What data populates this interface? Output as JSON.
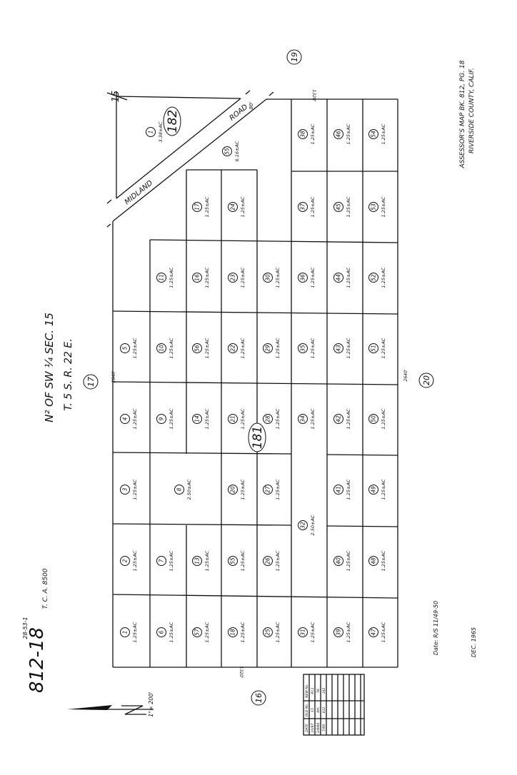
{
  "map": {
    "book_page": "812-18",
    "code_ref": "28-53-1",
    "tca": "T. C. A.  8500",
    "title_line1": "N² OF SW ¼  SEC. 15",
    "title_line2": "T. 5 S.  R. 22 E.",
    "scale": "1\"= 200'",
    "footer_line1": "ASSESSOR'S  MAP  BK. 812,  PG. 18",
    "footer_line2": "RIVERSIDE  COUNTY,  CALIF.",
    "date_ref": "Date:  R/S  11/49-50",
    "date": "DEC. 1965",
    "road_name_1": "MIDLAND",
    "road_name_2": "ROAD",
    "road_width": "80'",
    "section_15": "15",
    "dim_2640_left": "2640'",
    "dim_2640_right": "2640'",
    "dim_1320_top": "1320'",
    "dim_1320_bottom": "1320'",
    "adjacent_sections": [
      "19",
      "17",
      "20",
      "16"
    ],
    "block_182": "182",
    "block_181": "181",
    "special_parcels": [
      {
        "id": "1",
        "area": "3.38±AC"
      },
      {
        "id": "55",
        "area": "6.16±AC"
      }
    ],
    "parcels": [
      {
        "id": "1",
        "area": "1.25±AC"
      },
      {
        "id": "6",
        "area": "1.25±AC"
      },
      {
        "id": "57",
        "area": "1.25±AC"
      },
      {
        "id": "18",
        "area": "1.25±AC"
      },
      {
        "id": "25",
        "area": "1.25±AC"
      },
      {
        "id": "31",
        "area": "1.25±AC"
      },
      {
        "id": "39",
        "area": "1.25±AC"
      },
      {
        "id": "47",
        "area": "1.25±AC"
      },
      {
        "id": "2",
        "area": "1.25±AC"
      },
      {
        "id": "7",
        "area": "1.25±AC"
      },
      {
        "id": "13",
        "area": "1.25±AC"
      },
      {
        "id": "55",
        "area": "1.25±AC"
      },
      {
        "id": "26",
        "area": "1.25±AC"
      },
      {
        "id": "40",
        "area": "1.25±AC"
      },
      {
        "id": "48",
        "area": "1.25±AC"
      },
      {
        "id": "3",
        "area": "1.25±AC"
      },
      {
        "id": "8",
        "area": "2.50±AC"
      },
      {
        "id": "20",
        "area": "1.25±AC"
      },
      {
        "id": "27",
        "area": "1.25±AC"
      },
      {
        "id": "32",
        "area": "2.50±AC"
      },
      {
        "id": "41",
        "area": "1.25±AC"
      },
      {
        "id": "49",
        "area": "1.25±AC"
      },
      {
        "id": "4",
        "area": "1.25±AC"
      },
      {
        "id": "9",
        "area": "1.25±AC"
      },
      {
        "id": "14",
        "area": "1.25±AC"
      },
      {
        "id": "21",
        "area": "1.25±AC"
      },
      {
        "id": "28",
        "area": "1.25±AC"
      },
      {
        "id": "34",
        "area": "1.25±AC"
      },
      {
        "id": "42",
        "area": "1.25±AC"
      },
      {
        "id": "50",
        "area": "1.25±AC"
      },
      {
        "id": "5",
        "area": "1.25±AC"
      },
      {
        "id": "10",
        "area": "1.25±AC"
      },
      {
        "id": "56",
        "area": "1.25±AC"
      },
      {
        "id": "22",
        "area": "1.25±AC"
      },
      {
        "id": "29",
        "area": "1.25±AC"
      },
      {
        "id": "35",
        "area": "1.25±AC"
      },
      {
        "id": "43",
        "area": "1.25±AC"
      },
      {
        "id": "51",
        "area": "1.25±AC"
      },
      {
        "id": "11",
        "area": "1.25±AC"
      },
      {
        "id": "16",
        "area": "1.25±AC"
      },
      {
        "id": "23",
        "area": "1.25±AC"
      },
      {
        "id": "30",
        "area": "1.25±AC"
      },
      {
        "id": "36",
        "area": "1.25±AC"
      },
      {
        "id": "44",
        "area": "1.25±AC"
      },
      {
        "id": "52",
        "area": "1.25±AC"
      },
      {
        "id": "17",
        "area": "1.25±AC"
      },
      {
        "id": "24",
        "area": "1.25±AC"
      },
      {
        "id": "37",
        "area": "1.25±AC"
      },
      {
        "id": "45",
        "area": "1.25±AC"
      },
      {
        "id": "53",
        "area": "1.25±AC"
      },
      {
        "id": "38",
        "area": "1.25±AC"
      },
      {
        "id": "46",
        "area": "1.25±AC"
      },
      {
        "id": "54",
        "area": "1.25±AC"
      }
    ],
    "change_table": {
      "headers": [
        "DATE",
        "OLD No.",
        "NEW No."
      ],
      "rows": [
        [
          "10/67",
          "15",
          "RC1"
        ],
        [
          "2/4/68",
          "8th",
          "56"
        ],
        [
          "7/69",
          "812",
          "182"
        ]
      ]
    }
  }
}
